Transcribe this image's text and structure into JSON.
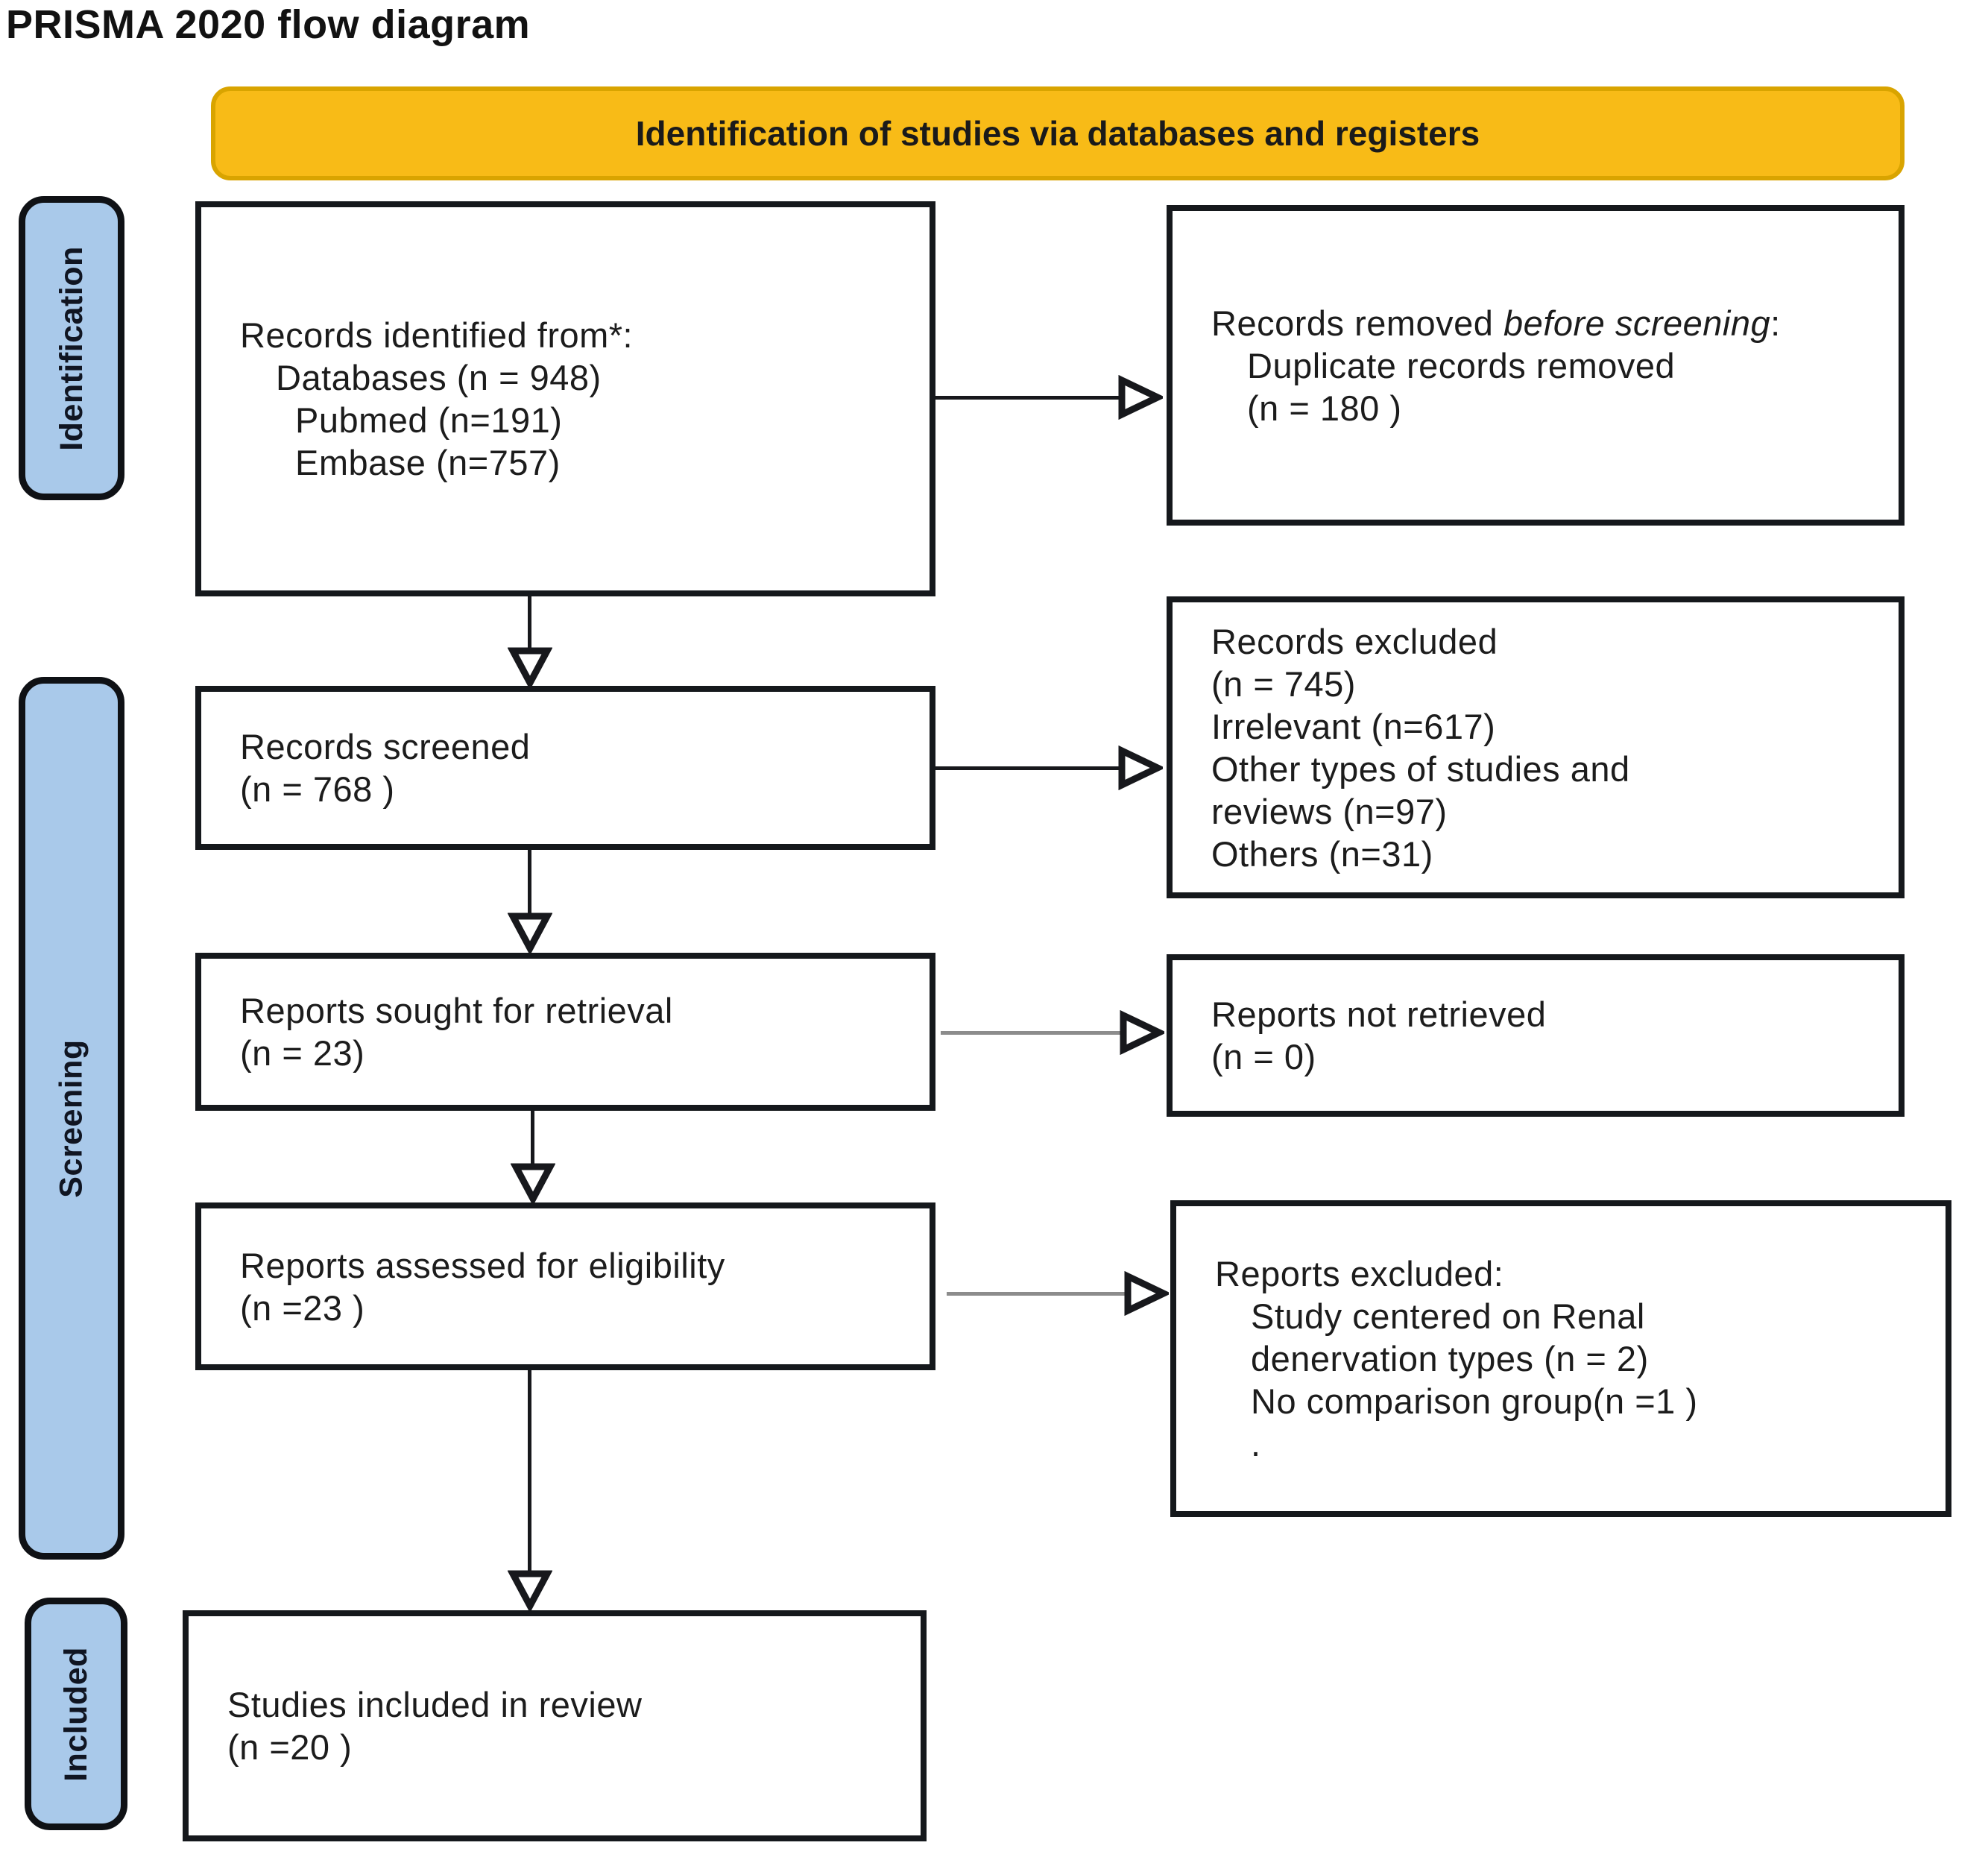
{
  "title": "PRISMA 2020 flow diagram",
  "banner": {
    "label": "Identification of studies via databases and registers"
  },
  "sidebar": {
    "identification": "Identification",
    "screening": "Screening",
    "included": "Included"
  },
  "boxes": {
    "records_identified": {
      "lines": [
        "Records identified from*:",
        "Databases (n = 948)",
        "Pubmed (n=191)",
        "Embase (n=757)"
      ]
    },
    "records_removed": {
      "heading_prefix": "Records removed ",
      "heading_italic": "before screening",
      "heading_suffix": ":",
      "lines": [
        "Duplicate records removed",
        "(n = 180 )"
      ]
    },
    "records_screened": {
      "lines": [
        "Records screened",
        "(n = 768 )"
      ]
    },
    "records_excluded": {
      "lines": [
        "Records excluded",
        "(n = 745)",
        "Irrelevant (n=617)",
        "Other types of studies and",
        "reviews (n=97)",
        "Others (n=31)"
      ]
    },
    "reports_sought": {
      "lines": [
        "Reports sought for retrieval",
        "(n = 23)"
      ]
    },
    "reports_not_retrieved": {
      "lines": [
        "Reports not retrieved",
        "(n = 0)"
      ]
    },
    "reports_assessed": {
      "lines": [
        "Reports assessed for eligibility",
        "(n =23 )"
      ]
    },
    "reports_excluded": {
      "heading": "Reports excluded:",
      "lines": [
        "Study centered on Renal",
        "denervation types (n = 2)",
        "No comparison group(n =1 )",
        "."
      ]
    },
    "studies_included": {
      "lines": [
        "Studies included in review",
        "(n =20 )"
      ]
    }
  },
  "colors": {
    "banner_fill": "#F8BB17",
    "banner_border": "#D9A400",
    "sidebar_fill": "#A9C9EA",
    "ink": "#17181c",
    "arrow_gray": "#8C8C8C"
  }
}
